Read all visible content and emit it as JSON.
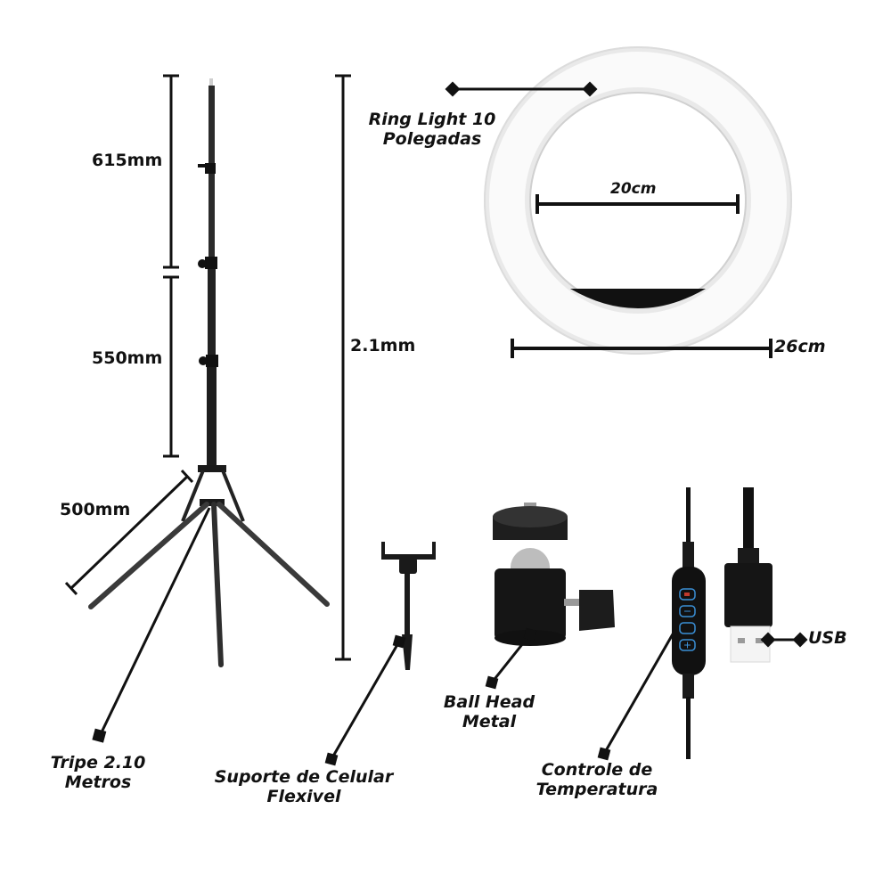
{
  "diagram": {
    "subject": "Ring light kit components",
    "colors": {
      "background": "#ffffff",
      "ink": "#111111",
      "ring": "#f4f4f4",
      "control_buttons": "#3a8fd6",
      "power_button": "#c0392b"
    }
  },
  "tripod": {
    "segment_top": "615mm",
    "segment_middle": "550mm",
    "leg_length": "500mm",
    "total_height": "2.1mm",
    "callout": {
      "line1": "Tripe 2.10",
      "line2": "Metros"
    }
  },
  "ring_light": {
    "callout": {
      "line1": "Ring Light 10",
      "line2": "Polegadas"
    },
    "inner_diameter": "20cm",
    "outer_diameter": "26cm"
  },
  "phone_holder": {
    "callout": {
      "line1": "Suporte de Celular",
      "line2": "Flexivel"
    }
  },
  "ball_head": {
    "callout": {
      "line1": "Ball Head",
      "line2": "Metal"
    }
  },
  "controller": {
    "callout": {
      "line1": "Controle de",
      "line2": "Temperatura"
    },
    "buttons": [
      "power-icon",
      "minus-icon",
      "cycle-icon",
      "plus-icon"
    ]
  },
  "usb": {
    "callout": "USB"
  }
}
